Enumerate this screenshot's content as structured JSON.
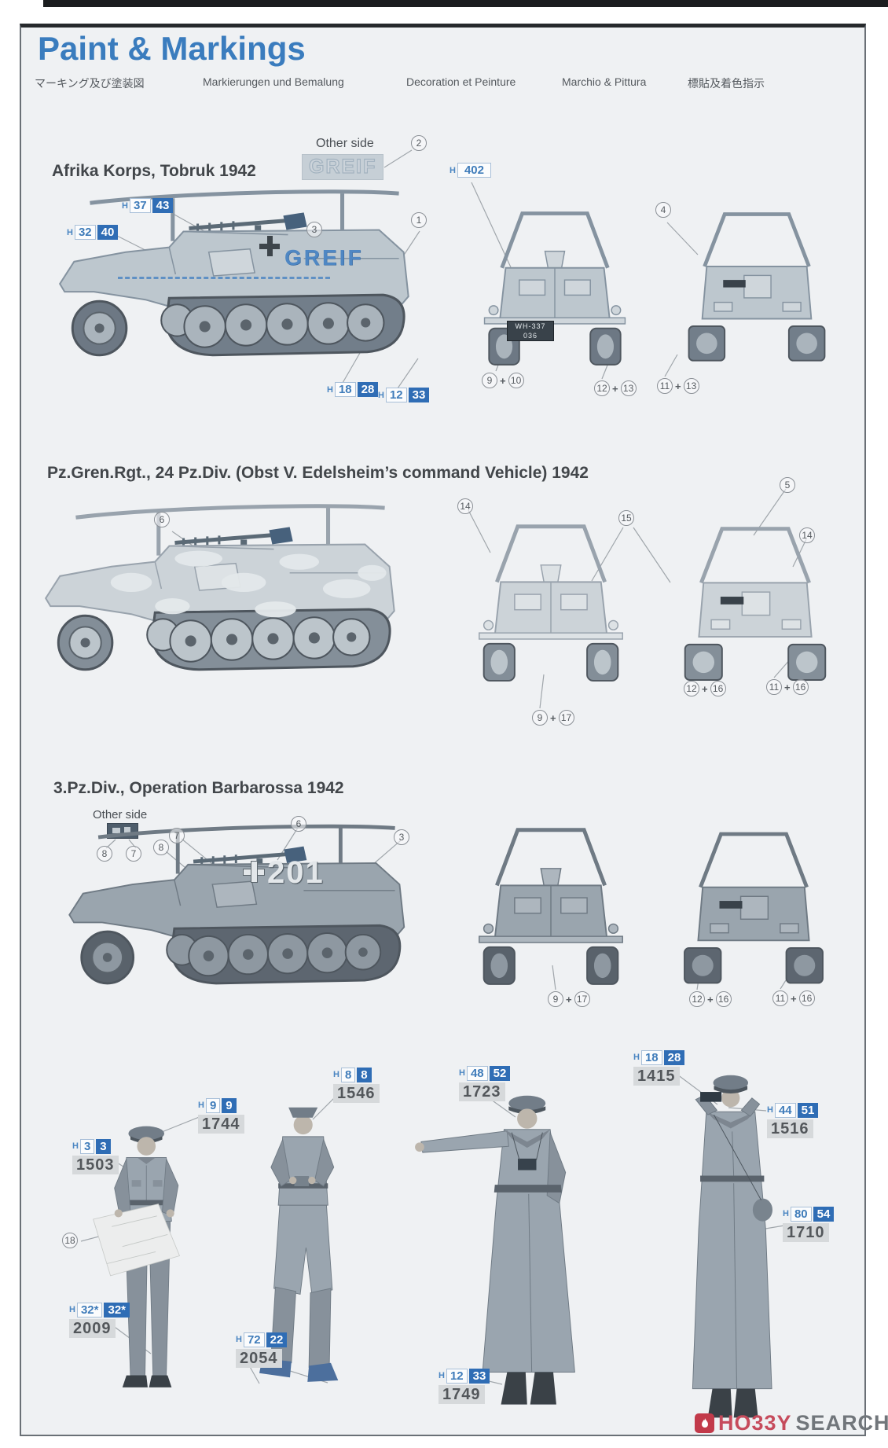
{
  "header": {
    "title": "Paint & Markings",
    "subtitles": [
      "マーキング及び塗装図",
      "Markierungen und Bemalung",
      "Decoration et Peinture",
      "Marchio & Pittura",
      "標貼及着色指示"
    ]
  },
  "misc": {
    "plus": "+"
  },
  "colors": {
    "accent_blue": "#3a7cbe",
    "label_blue": "#2f6db5",
    "paper": "#eff1f3",
    "logo_red": "#c64b5c"
  },
  "sections": [
    {
      "heading": "Afrika Korps, Tobruk 1942",
      "other_side_label": "Other side",
      "other_side_text": "GREIF",
      "hull_text": "GREIF",
      "license_plate": "WH-337 036",
      "labels": {
        "h3743": {
          "h": "H",
          "a": "37",
          "b": "43"
        },
        "h3240": {
          "h": "H",
          "a": "32",
          "b": "40"
        },
        "h402": {
          "h": "H",
          "a": "402"
        },
        "h1828": {
          "h": "H",
          "a": "18",
          "b": "28"
        },
        "h1233": {
          "h": "H",
          "a": "12",
          "b": "33"
        }
      },
      "callouts": {
        "c1": "1",
        "c2": "2",
        "c3": "3",
        "c4": "4"
      },
      "pairs": [
        {
          "a": "9",
          "b": "10"
        },
        {
          "a": "12",
          "b": "13"
        },
        {
          "a": "11",
          "b": "13"
        }
      ]
    },
    {
      "heading": "Pz.Gren.Rgt., 24 Pz.Div. (Obst V. Edelsheim’s command Vehicle) 1942",
      "callouts": {
        "c6": "6",
        "c14a": "14",
        "c15": "15",
        "c5": "5",
        "c14b": "14"
      },
      "pairs": [
        {
          "a": "9",
          "b": "17"
        },
        {
          "a": "12",
          "b": "16"
        },
        {
          "a": "11",
          "b": "16"
        }
      ]
    },
    {
      "heading": "3.Pz.Div., Operation Barbarossa 1942",
      "other_side_label": "Other side",
      "turret_number": "201",
      "callouts": {
        "c8a": "8",
        "c7a": "7",
        "c7b": "7",
        "c8b": "8",
        "c6": "6",
        "c3": "3"
      },
      "pairs": [
        {
          "a": "9",
          "b": "17"
        },
        {
          "a": "12",
          "b": "16"
        },
        {
          "a": "11",
          "b": "16"
        }
      ]
    }
  ],
  "figures": [
    {
      "name": "officer with map",
      "callout": "18",
      "labels": [
        {
          "h": "H",
          "a": "9",
          "b": "9",
          "num": "1744"
        },
        {
          "h": "H",
          "a": "3",
          "b": "3",
          "num": "1503"
        },
        {
          "h": "H",
          "a": "32*",
          "b": "32*",
          "num": "2009"
        }
      ]
    },
    {
      "name": "soldier walking",
      "labels": [
        {
          "h": "H",
          "a": "8",
          "b": "8",
          "num": "1546"
        },
        {
          "h": "H",
          "a": "72",
          "b": "22",
          "num": "2054"
        }
      ]
    },
    {
      "name": "officer pointing",
      "labels": [
        {
          "h": "H",
          "a": "48",
          "b": "52",
          "num": "1723"
        },
        {
          "h": "H",
          "a": "12",
          "b": "33",
          "num": "1749"
        }
      ]
    },
    {
      "name": "officer with binoculars",
      "labels": [
        {
          "h": "H",
          "a": "18",
          "b": "28",
          "num": "1415"
        },
        {
          "h": "H",
          "a": "44",
          "b": "51",
          "num": "1516"
        },
        {
          "h": "H",
          "a": "80",
          "b": "54",
          "num": "1710"
        }
      ]
    }
  ],
  "footer": {
    "brand1": "HO33Y",
    "brand2": "SEARCH"
  }
}
